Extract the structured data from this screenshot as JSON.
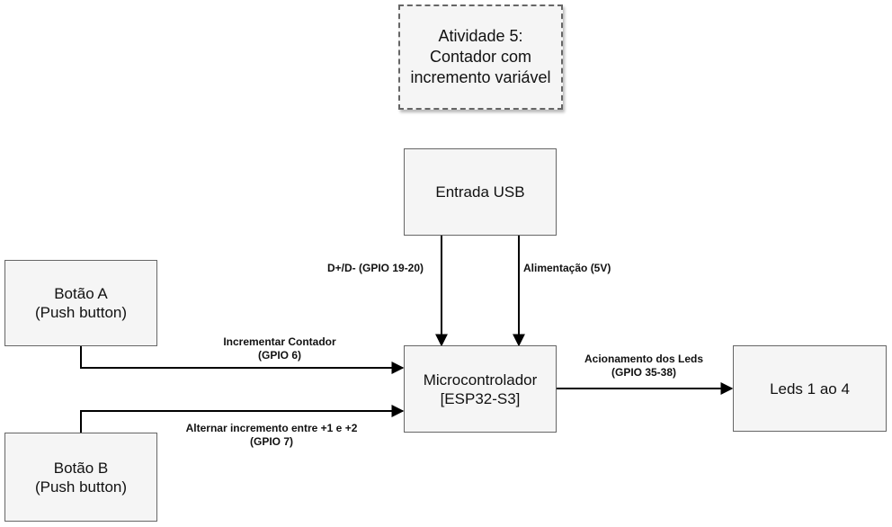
{
  "title_block": {
    "text": "Atividade 5:\nContador com\nincremento variável"
  },
  "blocks": {
    "usb": "Entrada USB",
    "button_a": "Botão A\n(Push button)",
    "button_b": "Botão B\n(Push button)",
    "mcu": "Microcontrolador\n[ESP32-S3]",
    "leds": "Leds 1 ao 4"
  },
  "connections": {
    "usb_data": "D+/D- (GPIO 19-20)",
    "usb_power": "Alimentação (5V)",
    "button_a": "Incrementar Contador\n(GPIO 6)",
    "button_b": "Alternar incremento entre +1 e +2\n(GPIO 7)",
    "leds": "Acionamento dos Leds\n(GPIO 35-38)"
  },
  "colors": {
    "box_fill": "#f5f5f5",
    "box_border": "#666666",
    "wire": "#000000"
  }
}
